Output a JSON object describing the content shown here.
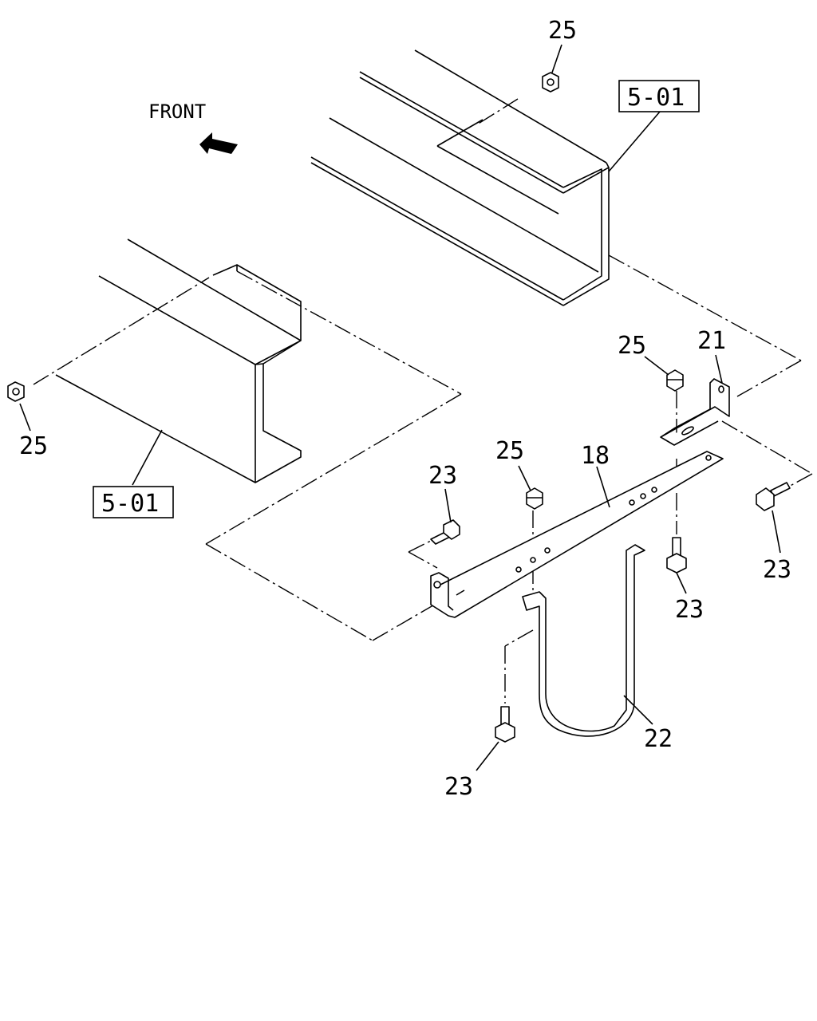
{
  "diagram": {
    "front_label": "FRONT",
    "callouts": {
      "nut_top": "25",
      "frame_ref_top": "5-01",
      "nut_left": "25",
      "frame_ref_left": "5-01",
      "nut_bracket_right": "25",
      "bracket_right": "21",
      "nut_center": "25",
      "cross_member": "18",
      "bolt_left": "23",
      "bolt_far_right": "23",
      "bolt_center_right": "23",
      "strap": "22",
      "bolt_bottom": "23"
    },
    "icons": {
      "arrow": "front-arrow-icon"
    }
  }
}
